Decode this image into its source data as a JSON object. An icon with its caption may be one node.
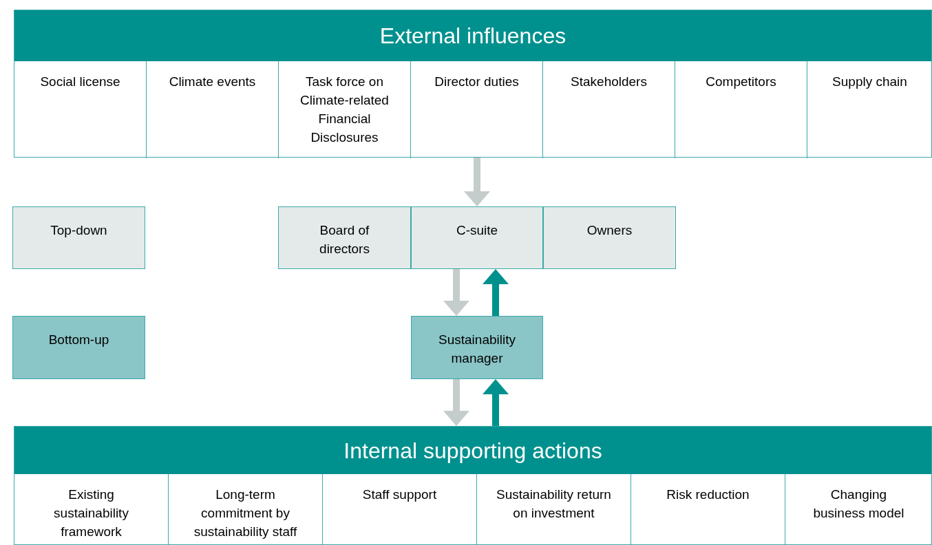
{
  "diagram": {
    "nodes": [
      {
        "text": [
          "External influences"
        ]
      },
      {
        "text": [
          "Social license"
        ],
        "in": 0
      },
      {
        "text": [
          "Climate events"
        ],
        "in": 0
      },
      {
        "text": [
          "Task force on Climate-related Financial Disclosures"
        ],
        "in": 0
      },
      {
        "text": [
          "Director duties"
        ],
        "in": 0
      },
      {
        "text": [
          "Stakeholders"
        ],
        "in": 0
      },
      {
        "text": [
          "Competitors"
        ],
        "in": 0
      },
      {
        "text": [
          "Supply chain"
        ],
        "in": 0
      },
      {
        "text": [
          "Top-down"
        ]
      },
      {
        "text": [
          "Board of directors"
        ]
      },
      {
        "text": [
          "C-suite"
        ]
      },
      {
        "text": [
          "Owners"
        ]
      },
      {
        "text": [
          "Bottom-up"
        ]
      },
      {
        "text": [
          "Sustainability manager"
        ]
      },
      {
        "text": [
          "Internal supporting actions"
        ]
      },
      {
        "text": [
          "Existing sustainability framework"
        ],
        "in": 14
      },
      {
        "text": [
          "Long-term commitment by sustainability staff"
        ],
        "in": 14
      },
      {
        "text": [
          "Staff support"
        ],
        "in": 14
      },
      {
        "text": [
          "Sustainability return on investment"
        ],
        "in": 14
      },
      {
        "text": [
          "Risk reduction"
        ],
        "in": 14
      },
      {
        "text": [
          "Changing business model"
        ],
        "in": 14
      }
    ],
    "edges": [
      {
        "from": 0,
        "to": 10,
        "arrow": "to"
      },
      {
        "from": 10,
        "to": 13,
        "arrow": "to"
      },
      {
        "from": 13,
        "to": 10,
        "arrow": "to",
        "color": "#00918e"
      },
      {
        "from": 13,
        "to": 14,
        "arrow": "to"
      },
      {
        "from": 14,
        "to": 13,
        "arrow": "to",
        "color": "#00918e"
      }
    ]
  }
}
